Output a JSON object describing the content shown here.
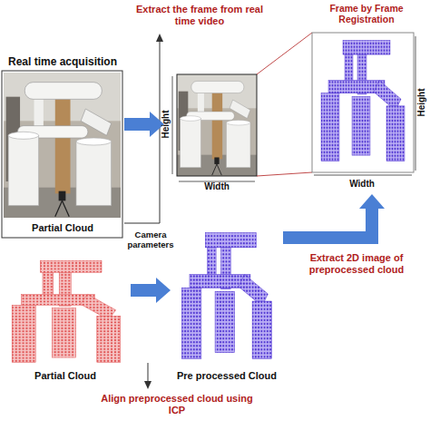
{
  "diagram": {
    "nodes": [
      {
        "text": [
          "Real time acquisition",
          "Partial Cloud"
        ]
      },
      {
        "text": [
          "Height",
          "Width"
        ]
      },
      {
        "text": [
          "Frame by Frame Registration",
          "Height",
          "Width"
        ]
      },
      {
        "text": [
          "Partial Cloud"
        ]
      },
      {
        "text": [
          "Pre processed Cloud"
        ]
      }
    ],
    "edges": [
      {
        "from": 0,
        "to": 1,
        "arrow": "to"
      },
      {
        "from": 3,
        "to": 4,
        "arrow": "to"
      },
      {
        "from": 4,
        "to": 2,
        "arrow": "to",
        "label": "Extract 2D image of preprocessed cloud"
      }
    ],
    "labels": [
      "Extract the frame from real time video",
      "Camera parameters",
      "Align preprocessed cloud using ICP"
    ]
  }
}
